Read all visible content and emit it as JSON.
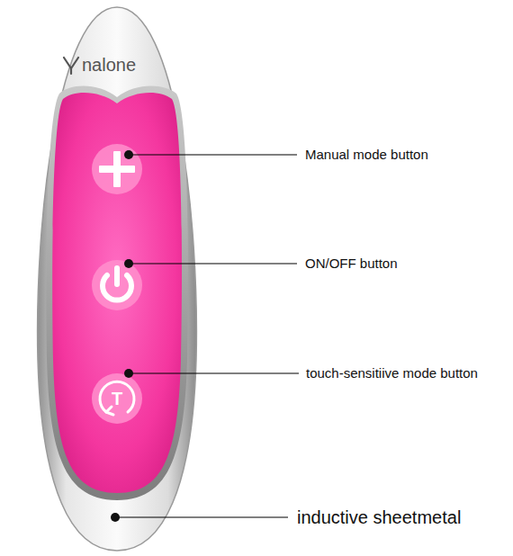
{
  "diagram": {
    "labels": [
      "nalone",
      "T",
      "Manual mode button",
      "ON/OFF button",
      "touch-sensitiive mode button",
      "inductive sheetmetal"
    ]
  }
}
